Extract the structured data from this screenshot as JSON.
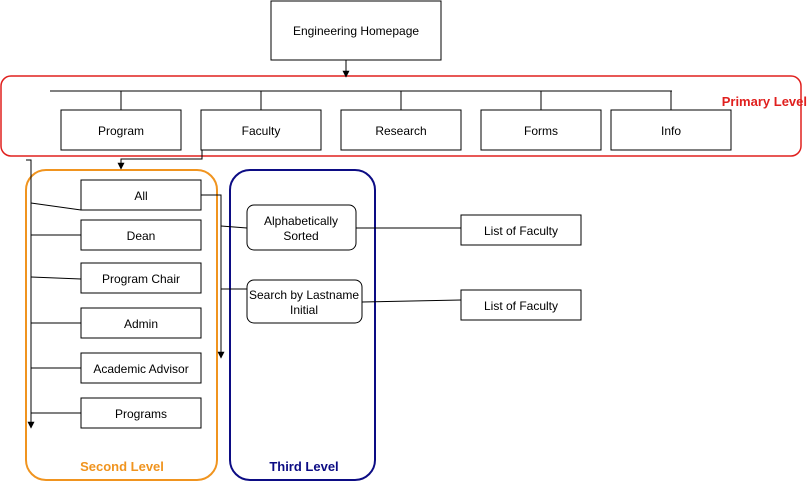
{
  "diagram": {
    "root": {
      "label": "Engineering Homepage"
    },
    "primary": {
      "label": "Primary Level",
      "color": "#e0201e",
      "nodes": [
        {
          "label": "Program"
        },
        {
          "label": "Faculty"
        },
        {
          "label": "Research"
        },
        {
          "label": "Forms"
        },
        {
          "label": "Info"
        }
      ]
    },
    "second": {
      "label": "Second Level",
      "color": "#f0941f",
      "nodes": [
        {
          "label": "All"
        },
        {
          "label": "Dean"
        },
        {
          "label": "Program Chair"
        },
        {
          "label": "Admin"
        },
        {
          "label": "Academic Advisor"
        },
        {
          "label": "Programs"
        }
      ]
    },
    "third": {
      "label": "Third Level",
      "color": "#0c0c84",
      "nodes": [
        {
          "line1": "Alphabetically",
          "line2": "Sorted"
        },
        {
          "line1": "Search by Lastname",
          "line2": "Initial"
        }
      ]
    },
    "results": [
      {
        "label": "List of Faculty"
      },
      {
        "label": "List of Faculty"
      }
    ]
  }
}
